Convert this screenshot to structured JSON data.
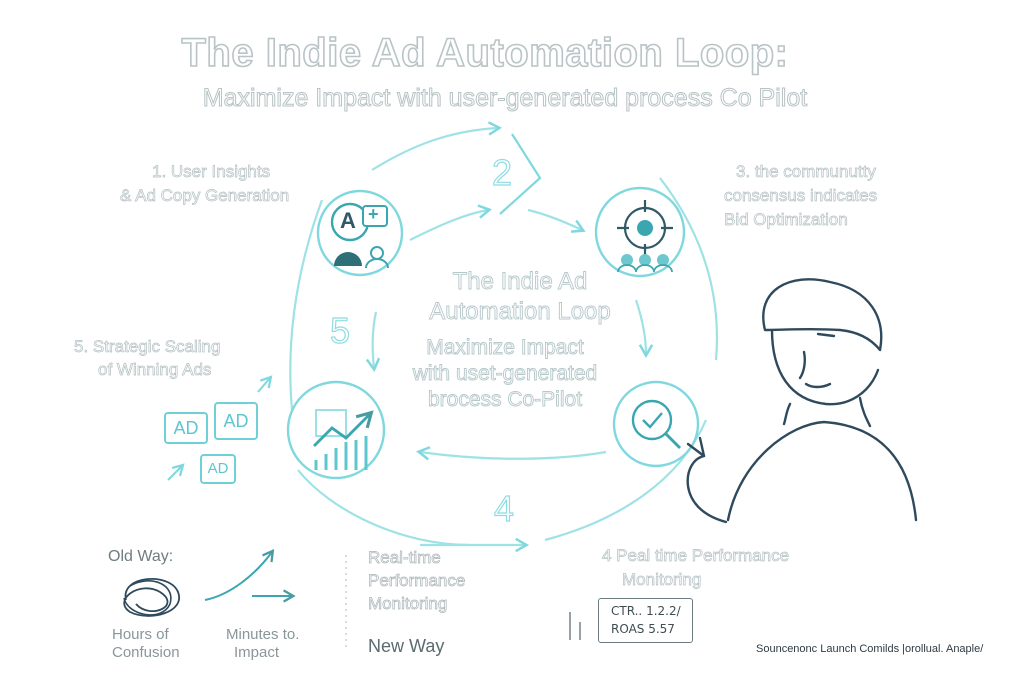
{
  "header": {
    "title": "The Indie Ad Automation Loop:",
    "subtitle": "Maximize Impact with user-generated process Co Pilot"
  },
  "steps": {
    "step1": {
      "line1": "1. User Insights",
      "line2": "& Ad Copy Generation"
    },
    "step3": {
      "line1": "3. the communutty",
      "line2": "consensus indicates",
      "line3": "Bid Optimization"
    },
    "step4": {
      "line1": "4  Peal time Performance",
      "line2": "Monitoring"
    },
    "step5": {
      "line1": "5.  Strategic Scaling",
      "line2": "of Winning Ads"
    }
  },
  "loop_numbers": {
    "n2": "2",
    "n4": "4",
    "n5": "5"
  },
  "center": {
    "line1": "The Indie Ad",
    "line2": "Automation Loop",
    "line3": "Maximize Impact",
    "line4": "with uset-generated",
    "line5": "brocess Co-Pilot"
  },
  "icons": {
    "insight_letter": "A",
    "insight_plus": "+",
    "ad_labels": [
      "AD",
      "AD",
      "AD"
    ]
  },
  "comparison": {
    "old_way": "Old Way:",
    "hours_line1": "Hours of",
    "hours_line2": "Confusion",
    "minutes_line1": "Minutes to.",
    "minutes_line2": "Impact",
    "realtime_line1": "Real-time",
    "realtime_line2": "Performance",
    "realtime_line3": "Monitoring",
    "new_way": "New Way"
  },
  "metrics": {
    "ctr": "CTR.. 1.2.2/",
    "roas": "ROAS 5.57"
  },
  "footer": "Souncenonc Launch Comilds |orollual. Anaple/",
  "colors": {
    "accent": "#7fd8de",
    "accent_dark": "#3aa6b0",
    "line": "#2f4a5c",
    "muted": "#b6c2c5"
  }
}
